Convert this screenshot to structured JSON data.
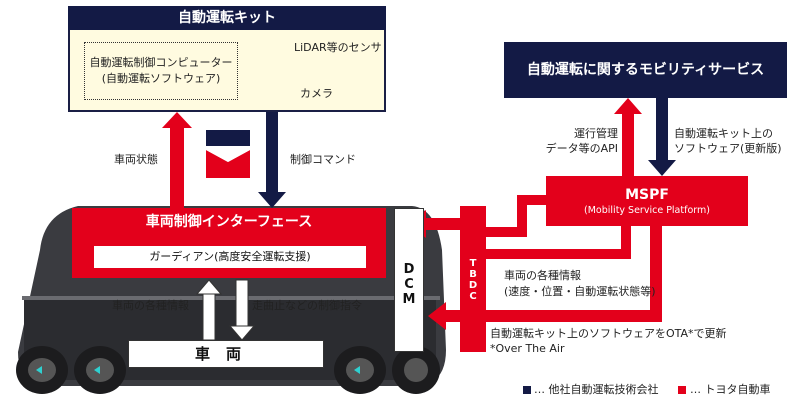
{
  "kit": {
    "title": "自動運転キット",
    "computer_line1": "自動運転制御コンピューター",
    "computer_line2": "(自動運転ソフトウェア)",
    "lidar_label": "LiDAR等のセンサ",
    "camera_label": "カメラ"
  },
  "mobility_service": {
    "title": "自動運転に関するモビリティサービス"
  },
  "mspf": {
    "title": "MSPF",
    "subtitle": "(Mobility Service Platform)"
  },
  "vci": {
    "title": "車両制御インターフェース",
    "guardian": "ガーディアン(高度安全運転支援)"
  },
  "vehicle": {
    "label": "車両"
  },
  "dcm": {
    "label": "DCM"
  },
  "tbdc": {
    "label": "TBDC"
  },
  "arrows": {
    "vehicle_state": "車両状態",
    "control_command": "制御コマンド",
    "vehicle_info": "車両の各種情報",
    "control_directive": "走曲止などの制御指令",
    "ops_mgmt_line1": "運行管理",
    "ops_mgmt_line2": "データ等のAPI",
    "kit_sw_line1": "自動運転キット上の",
    "kit_sw_line2": "ソフトウェア(更新版)",
    "info_line1": "車両の各種情報",
    "info_line2": "(速度・位置・自動運転状態等)",
    "ota_line1": "自動運転キット上のソフトウェアをOTA*で更新",
    "ota_line2": "*Over The Air"
  },
  "legend": {
    "other_company": "… 他社自動運転技術会社",
    "toyota": "… トヨタ自動車"
  },
  "colors": {
    "navy": "#131a45",
    "red": "#e3001b"
  }
}
